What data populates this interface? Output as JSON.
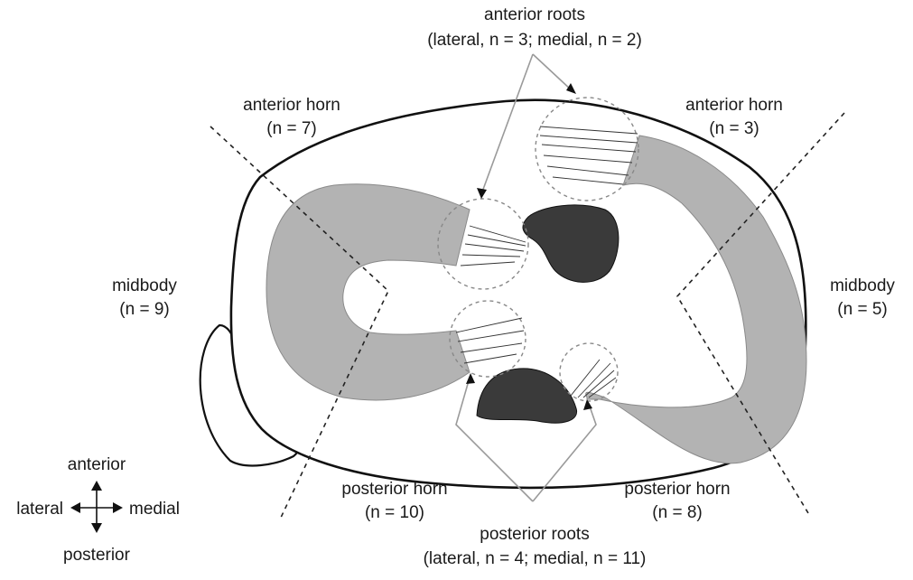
{
  "labels": {
    "anterior_roots_title": "anterior roots",
    "anterior_roots_detail": "(lateral, n = 3; medial, n = 2)",
    "anterior_horn_left_title": "anterior horn",
    "anterior_horn_left_count": "(n = 7)",
    "anterior_horn_right_title": "anterior horn",
    "anterior_horn_right_count": "(n = 3)",
    "midbody_left_title": "midbody",
    "midbody_left_count": "(n = 9)",
    "midbody_right_title": "midbody",
    "midbody_right_count": "(n = 5)",
    "posterior_horn_left_title": "posterior horn",
    "posterior_horn_left_count": "(n = 10)",
    "posterior_horn_right_title": "posterior horn",
    "posterior_horn_right_count": "(n = 8)",
    "posterior_roots_title": "posterior roots",
    "posterior_roots_detail": "(lateral, n = 4; medial, n = 11)"
  },
  "orientation": {
    "anterior": "anterior",
    "posterior": "posterior",
    "lateral": "lateral",
    "medial": "medial"
  },
  "colors": {
    "meniscus_fill": "#b3b3b3",
    "cruciate_fill": "#3a3a3a",
    "outline": "#111111",
    "dashed_line": "#222222",
    "root_circle": "#888888",
    "leader_line": "#9a9a9a"
  }
}
